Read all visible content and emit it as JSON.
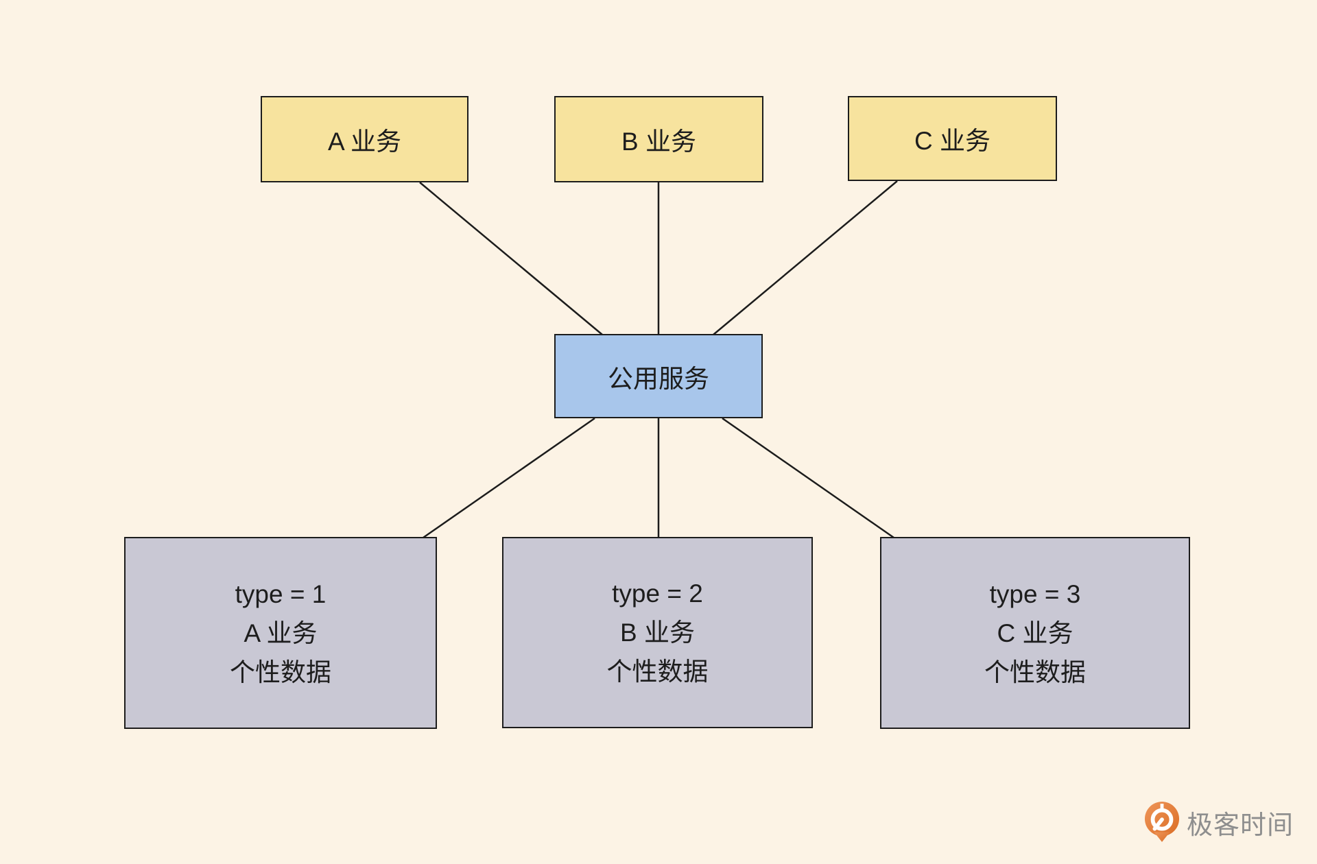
{
  "page": {
    "background": "#FCF3E5",
    "line_color": "#1C1C1C"
  },
  "diagram": {
    "top_nodes": [
      {
        "label": "A 业务",
        "fill": "#F7E39E"
      },
      {
        "label": "B 业务",
        "fill": "#F7E39E"
      },
      {
        "label": "C 业务",
        "fill": "#F7E39E"
      }
    ],
    "center_node": {
      "label": "公用服务",
      "fill": "#A8C6EB"
    },
    "bottom_nodes": [
      {
        "lines": [
          "type = 1",
          "A 业务",
          "个性数据"
        ],
        "fill": "#C9C8D4"
      },
      {
        "lines": [
          "type = 2",
          "B 业务",
          "个性数据"
        ],
        "fill": "#C9C8D4"
      },
      {
        "lines": [
          "type = 3",
          "C 业务",
          "个性数据"
        ],
        "fill": "#C9C8D4"
      }
    ],
    "edges": [
      {
        "from": "business-a",
        "to": "common-service"
      },
      {
        "from": "business-b",
        "to": "common-service"
      },
      {
        "from": "business-c",
        "to": "common-service"
      },
      {
        "from": "common-service",
        "to": "type-1-data"
      },
      {
        "from": "common-service",
        "to": "type-2-data"
      },
      {
        "from": "common-service",
        "to": "type-3-data"
      }
    ]
  },
  "watermark": {
    "text": "极客时间",
    "icon": "geektime-logo-icon",
    "icon_gradient_start": "#EE9559",
    "icon_gradient_end": "#DB6E26",
    "text_color": "#8E8E8E"
  }
}
